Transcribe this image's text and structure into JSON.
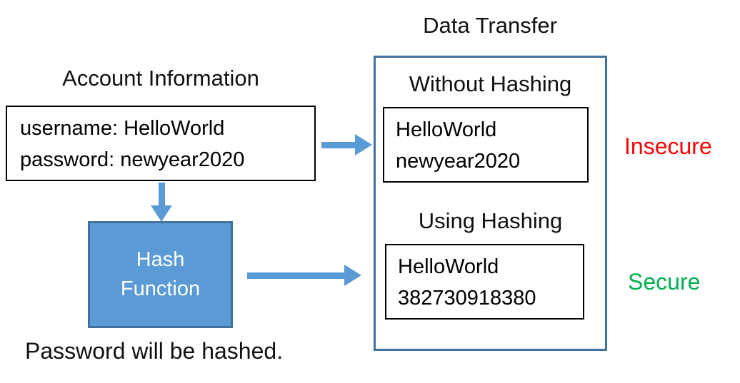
{
  "diagram": {
    "left": {
      "title": "Account Information",
      "account_box": {
        "line1": "username: HelloWorld",
        "line2": "password: newyear2020"
      },
      "hash_box": {
        "line1": "Hash",
        "line2": "Function"
      },
      "caption": "Password will be hashed."
    },
    "right": {
      "title": "Data Transfer",
      "without_hashing": {
        "heading": "Without Hashing",
        "line1": "HelloWorld",
        "line2": "newyear2020"
      },
      "using_hashing": {
        "heading": "Using Hashing",
        "line1": "HelloWorld",
        "line2": "382730918380"
      }
    },
    "status": {
      "insecure": "Insecure",
      "secure": "Secure"
    },
    "icons": [
      "arrow-right-icon",
      "arrow-down-icon",
      "arrow-right-icon"
    ],
    "colors": {
      "arrow_blue": "#5B9BD5",
      "hash_box_fill": "#5B9BD5",
      "blue_border": "#41719C",
      "box_border_black": "#000000",
      "insecure_red": "#FF0000",
      "secure_green": "#00B050",
      "background": "#FFFFFF"
    }
  }
}
